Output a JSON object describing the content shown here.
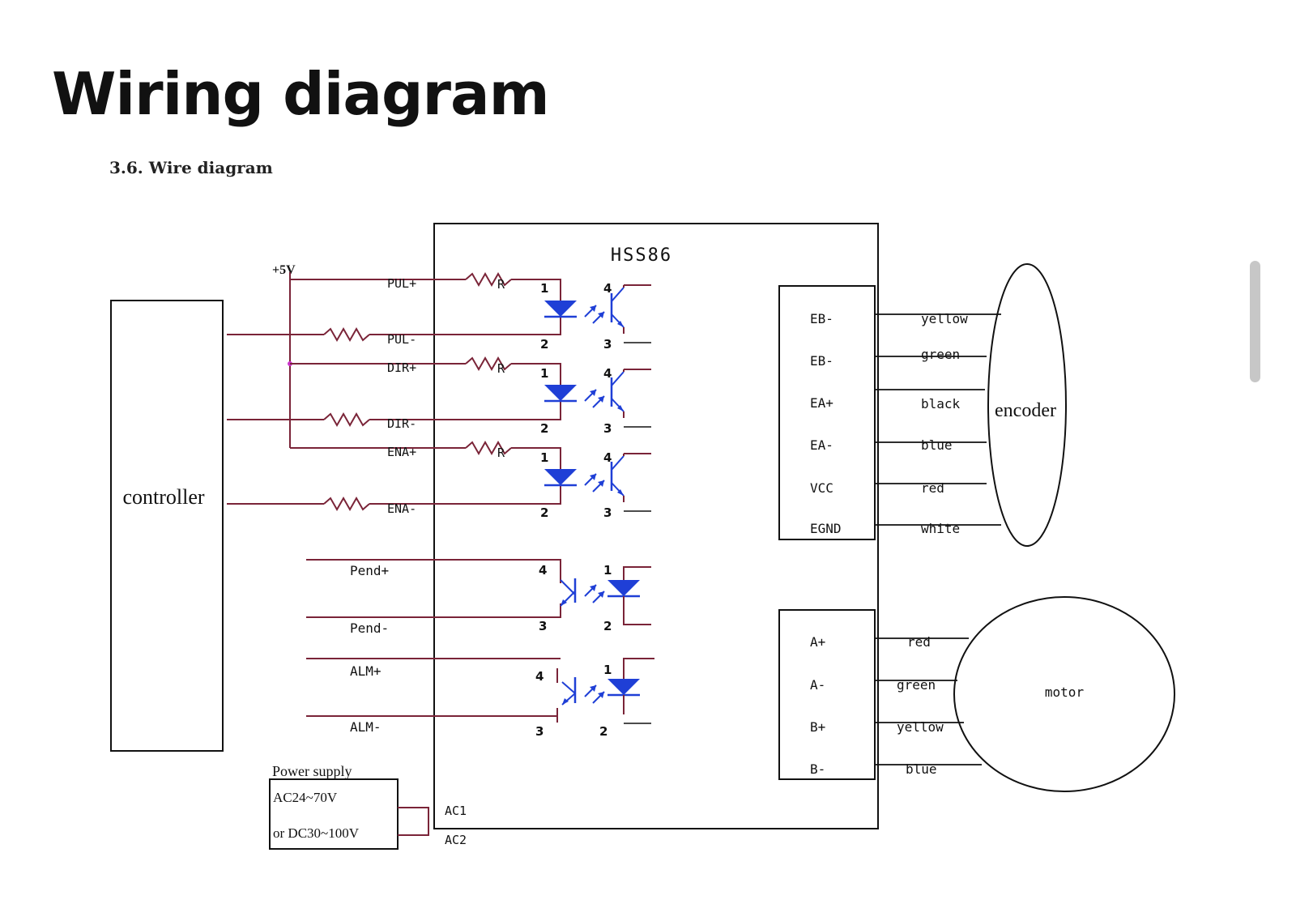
{
  "page": {
    "title": "Wiring diagram",
    "subtitle": "3.6.  Wire diagram"
  },
  "diagram": {
    "driver_name": "HSS86",
    "supply_voltage": "+5V",
    "controller_label": "controller",
    "resistor_label": "R",
    "input_signals": [
      "PUL+",
      "PUL-",
      "DIR+",
      "DIR-",
      "ENA+",
      "ENA-"
    ],
    "output_signals": [
      "Pend+",
      "Pend-",
      "ALM+",
      "ALM-"
    ],
    "pin_numbers": {
      "p1": "1",
      "p2": "2",
      "p3": "3",
      "p4": "4"
    },
    "power_supply": {
      "title": "Power supply",
      "line1": "AC24~70V",
      "line2": "or DC30~100V",
      "terminals": [
        "AC1",
        "AC2"
      ]
    },
    "encoder": {
      "label": "encoder",
      "pins": [
        "EB-",
        "EB-",
        "EA+",
        "EA-",
        "VCC",
        "EGND"
      ],
      "wire_colors": [
        "yellow",
        "green",
        "black",
        "blue",
        "red",
        "white"
      ]
    },
    "motor": {
      "label": "motor",
      "pins": [
        "A+",
        "A-",
        "B+",
        "B-"
      ],
      "wire_colors": [
        "red",
        "green",
        "yellow",
        "blue"
      ]
    },
    "colors": {
      "wire": "#7a2438",
      "optocoupler": "#1f3fd6",
      "line": "#111111"
    }
  }
}
